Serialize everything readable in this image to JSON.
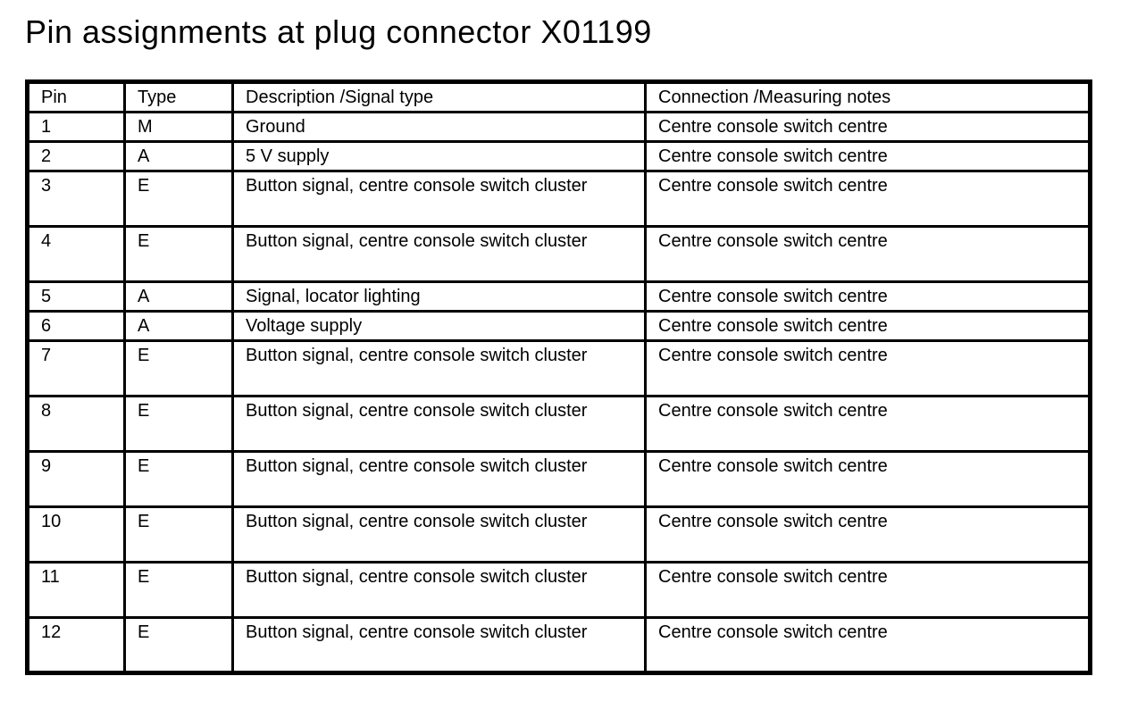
{
  "page": {
    "title": "Pin assignments at plug connector X01199"
  },
  "colors": {
    "text": "#000000",
    "background": "#ffffff",
    "table_border": "#000000"
  },
  "table": {
    "columns": [
      {
        "label": "Pin"
      },
      {
        "label": "Type"
      },
      {
        "label": "Description /Signal type"
      },
      {
        "label": "Connection /Measuring notes"
      }
    ],
    "rows": [
      {
        "pin": "1",
        "type": "M",
        "description": "Ground",
        "connection": "Centre console switch centre"
      },
      {
        "pin": "2",
        "type": "A",
        "description": "5 V supply",
        "connection": "Centre console switch centre"
      },
      {
        "pin": "3",
        "type": "E",
        "description": "Button signal, centre console switch cluster",
        "connection": "Centre console switch centre"
      },
      {
        "pin": "4",
        "type": "E",
        "description": "Button signal, centre console switch cluster",
        "connection": "Centre console switch centre"
      },
      {
        "pin": "5",
        "type": "A",
        "description": "Signal, locator lighting",
        "connection": "Centre console switch centre"
      },
      {
        "pin": "6",
        "type": "A",
        "description": "Voltage supply",
        "connection": "Centre console switch centre"
      },
      {
        "pin": "7",
        "type": "E",
        "description": "Button signal, centre console switch cluster",
        "connection": "Centre console switch centre"
      },
      {
        "pin": "8",
        "type": "E",
        "description": "Button signal, centre console switch cluster",
        "connection": "Centre console switch centre"
      },
      {
        "pin": "9",
        "type": "E",
        "description": "Button signal, centre console switch cluster",
        "connection": "Centre console switch centre"
      },
      {
        "pin": "10",
        "type": "E",
        "description": "Button signal, centre console switch cluster",
        "connection": "Centre console switch centre"
      },
      {
        "pin": "11",
        "type": "E",
        "description": "Button signal, centre console switch cluster",
        "connection": "Centre console switch centre"
      },
      {
        "pin": "12",
        "type": "E",
        "description": "Button signal, centre console switch cluster",
        "connection": "Centre console switch centre"
      }
    ]
  }
}
